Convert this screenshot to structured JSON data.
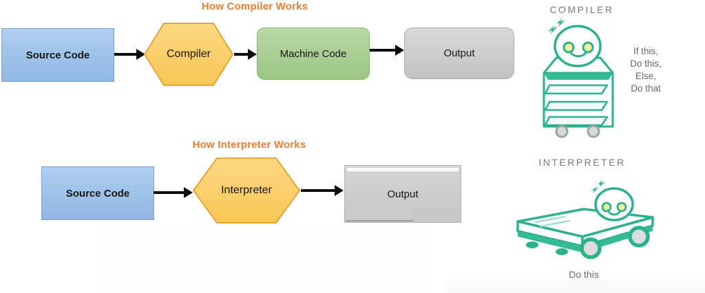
{
  "colors": {
    "title_orange": "#ED7D31",
    "source_blue": "#9DC3E6",
    "process_yellow": "#FAD06F",
    "machine_green": "#A9D18E",
    "output_gray": "#CFCFCF",
    "robot_teal": "#2BB28D",
    "label_gray": "#7A7A7A",
    "arrow_black": "#0C0C0C"
  },
  "compiler_flow": {
    "title": "How Compiler Works",
    "source_label": "Source Code",
    "process_label": "Compiler",
    "machine_label": "Machine Code",
    "output_label": "Output"
  },
  "interpreter_flow": {
    "title": "How Interpreter Works",
    "source_label": "Source Code",
    "process_label": "Interpreter",
    "output_label": "Output"
  },
  "compiler_illustration": {
    "label": "COMPILER",
    "note_lines": [
      "If this,",
      "Do this,",
      "Else,",
      "Do that"
    ]
  },
  "interpreter_illustration": {
    "label": "INTERPRETER",
    "note": "Do this"
  }
}
